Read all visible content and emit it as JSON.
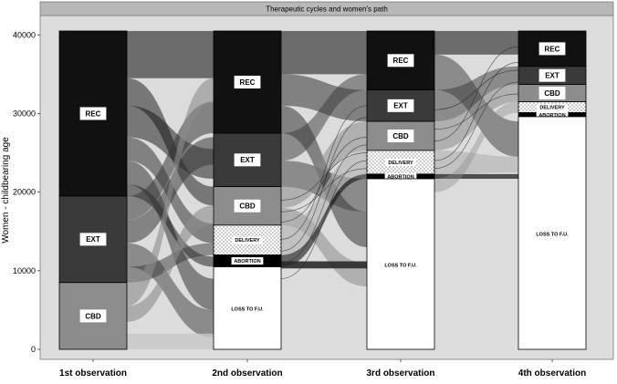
{
  "chart_data": {
    "type": "alluvial",
    "title": "Therapeutic cycles and women's path",
    "ylabel": "Women - childbearing age",
    "ylim": [
      0,
      40500
    ],
    "yticks": [
      0,
      10000,
      20000,
      30000,
      40000
    ],
    "categories": [
      "1st observation",
      "2nd observation",
      "3rd observation",
      "4th observation"
    ],
    "stacks": [
      {
        "observation": "1st observation",
        "segments": [
          {
            "label": "REC",
            "start": 19500,
            "end": 40500,
            "fill": "#111111"
          },
          {
            "label": "EXT",
            "start": 8500,
            "end": 19500,
            "fill": "#3a3a3a"
          },
          {
            "label": "CBD",
            "start": 0,
            "end": 8500,
            "fill": "#8c8c8c"
          }
        ]
      },
      {
        "observation": "2nd observation",
        "segments": [
          {
            "label": "REC",
            "start": 27500,
            "end": 40500,
            "fill": "#111111"
          },
          {
            "label": "EXT",
            "start": 20700,
            "end": 27500,
            "fill": "#3a3a3a"
          },
          {
            "label": "CBD",
            "start": 15800,
            "end": 20700,
            "fill": "#8c8c8c"
          },
          {
            "label": "DELIVERY",
            "start": 12000,
            "end": 15800,
            "fill": "dots"
          },
          {
            "label": "ABORTION",
            "start": 10500,
            "end": 12000,
            "fill": "#000000"
          },
          {
            "label": "LOSS TO F.U.",
            "start": 0,
            "end": 10500,
            "fill": "#ffffff"
          }
        ]
      },
      {
        "observation": "3rd observation",
        "segments": [
          {
            "label": "REC",
            "start": 33000,
            "end": 40500,
            "fill": "#111111"
          },
          {
            "label": "EXT",
            "start": 29000,
            "end": 33000,
            "fill": "#3a3a3a"
          },
          {
            "label": "CBD",
            "start": 25300,
            "end": 29000,
            "fill": "#8c8c8c"
          },
          {
            "label": "DELIVERY",
            "start": 22300,
            "end": 25300,
            "fill": "dots"
          },
          {
            "label": "ABORTION",
            "start": 21700,
            "end": 22300,
            "fill": "#000000"
          },
          {
            "label": "LOSS TO F.U.",
            "start": 0,
            "end": 21700,
            "fill": "#ffffff"
          }
        ]
      },
      {
        "observation": "4th observation",
        "segments": [
          {
            "label": "REC",
            "start": 36000,
            "end": 40500,
            "fill": "#111111"
          },
          {
            "label": "EXT",
            "start": 33700,
            "end": 36000,
            "fill": "#3a3a3a"
          },
          {
            "label": "CBD",
            "start": 31500,
            "end": 33700,
            "fill": "#8c8c8c"
          },
          {
            "label": "DELIVERY",
            "start": 30100,
            "end": 31500,
            "fill": "dots"
          },
          {
            "label": "ABORTION",
            "start": 29600,
            "end": 30100,
            "fill": "#000000"
          },
          {
            "label": "LOSS TO F.U.",
            "start": 0,
            "end": 29600,
            "fill": "#ffffff"
          }
        ]
      }
    ],
    "flows": [
      {
        "from_obs": 0,
        "from_start": 34500,
        "from_end": 40500,
        "to_start": 34500,
        "to_end": 40500,
        "fill": "#111111",
        "opacity": 0.55
      },
      {
        "from_obs": 0,
        "from_start": 31000,
        "from_end": 34500,
        "to_start": 18300,
        "to_end": 20700,
        "fill": "#111111",
        "opacity": 0.5
      },
      {
        "from_obs": 0,
        "from_start": 27000,
        "from_end": 31000,
        "to_start": 21700,
        "to_end": 25500,
        "fill": "#111111",
        "opacity": 0.5
      },
      {
        "from_obs": 0,
        "from_start": 24000,
        "from_end": 27000,
        "to_start": 13500,
        "to_end": 16000,
        "fill": "#111111",
        "opacity": 0.45
      },
      {
        "from_obs": 0,
        "from_start": 21000,
        "from_end": 24000,
        "to_start": 5000,
        "to_end": 9000,
        "fill": "#111111",
        "opacity": 0.45
      },
      {
        "from_obs": 0,
        "from_start": 19500,
        "from_end": 21000,
        "to_start": 10500,
        "to_end": 11800,
        "fill": "#111111",
        "opacity": 0.5
      },
      {
        "from_obs": 0,
        "from_start": 16500,
        "from_end": 19500,
        "to_start": 27500,
        "to_end": 31500,
        "fill": "#3a3a3a",
        "opacity": 0.55
      },
      {
        "from_obs": 0,
        "from_start": 13500,
        "from_end": 16500,
        "to_start": 23500,
        "to_end": 27000,
        "fill": "#3a3a3a",
        "opacity": 0.55
      },
      {
        "from_obs": 0,
        "from_start": 10500,
        "from_end": 13500,
        "to_start": 1500,
        "to_end": 5000,
        "fill": "#3a3a3a",
        "opacity": 0.5
      },
      {
        "from_obs": 0,
        "from_start": 8500,
        "from_end": 10500,
        "to_start": 12000,
        "to_end": 13500,
        "fill": "#3a3a3a",
        "opacity": 0.5
      },
      {
        "from_obs": 0,
        "from_start": 5500,
        "from_end": 8500,
        "to_start": 31500,
        "to_end": 34500,
        "fill": "#8c8c8c",
        "opacity": 0.6
      },
      {
        "from_obs": 0,
        "from_start": 3500,
        "from_end": 5500,
        "to_start": 15800,
        "to_end": 18300,
        "fill": "#8c8c8c",
        "opacity": 0.6
      },
      {
        "from_obs": 0,
        "from_start": 0,
        "from_end": 2000,
        "to_start": 0,
        "to_end": 2000,
        "fill": "#c8c8c8",
        "opacity": 0.8
      },
      {
        "from_obs": 1,
        "from_start": 35000,
        "from_end": 40500,
        "to_start": 35000,
        "to_end": 40500,
        "fill": "#111111",
        "opacity": 0.55
      },
      {
        "from_obs": 1,
        "from_start": 31000,
        "from_end": 35000,
        "to_start": 29000,
        "to_end": 33000,
        "fill": "#111111",
        "opacity": 0.45
      },
      {
        "from_obs": 1,
        "from_start": 27500,
        "from_end": 31000,
        "to_start": 13000,
        "to_end": 17500,
        "fill": "#111111",
        "opacity": 0.45
      },
      {
        "from_obs": 1,
        "from_start": 24000,
        "from_end": 27500,
        "to_start": 33000,
        "to_end": 35000,
        "fill": "#3a3a3a",
        "opacity": 0.5
      },
      {
        "from_obs": 1,
        "from_start": 20700,
        "from_end": 24000,
        "to_start": 17500,
        "to_end": 21700,
        "fill": "#3a3a3a",
        "opacity": 0.5
      },
      {
        "from_obs": 1,
        "from_start": 18000,
        "from_end": 20700,
        "to_start": 25300,
        "to_end": 29000,
        "fill": "#8c8c8c",
        "opacity": 0.55
      },
      {
        "from_obs": 1,
        "from_start": 15800,
        "from_end": 18000,
        "to_start": 8000,
        "to_end": 11000,
        "fill": "#8c8c8c",
        "opacity": 0.55
      },
      {
        "from_obs": 1,
        "from_start": 12000,
        "from_end": 15800,
        "to_start": 22300,
        "to_end": 25300,
        "fill": "#b0b0b0",
        "opacity": 0.6
      },
      {
        "from_obs": 1,
        "from_start": 10500,
        "from_end": 12000,
        "to_start": 21700,
        "to_end": 22300,
        "fill": "#111111",
        "opacity": 0.6
      },
      {
        "from_obs": 1,
        "from_start": 10300,
        "from_end": 11200,
        "to_start": 10300,
        "to_end": 11200,
        "fill": "#2a2a2a",
        "opacity": 0.9
      },
      {
        "from_obs": 2,
        "from_start": 37500,
        "from_end": 40500,
        "to_start": 37500,
        "to_end": 40500,
        "fill": "#111111",
        "opacity": 0.55
      },
      {
        "from_obs": 2,
        "from_start": 33000,
        "from_end": 37500,
        "to_start": 24500,
        "to_end": 29000,
        "fill": "#111111",
        "opacity": 0.4
      },
      {
        "from_obs": 2,
        "from_start": 29000,
        "from_end": 33000,
        "to_start": 33700,
        "to_end": 36000,
        "fill": "#3a3a3a",
        "opacity": 0.5
      },
      {
        "from_obs": 2,
        "from_start": 25300,
        "from_end": 29000,
        "to_start": 31500,
        "to_end": 33700,
        "fill": "#8c8c8c",
        "opacity": 0.55
      },
      {
        "from_obs": 2,
        "from_start": 22300,
        "from_end": 25300,
        "to_start": 22500,
        "to_end": 24500,
        "fill": "#b0b0b0",
        "opacity": 0.6
      },
      {
        "from_obs": 2,
        "from_start": 21700,
        "from_end": 22300,
        "to_start": 21700,
        "to_end": 22300,
        "fill": "#111111",
        "opacity": 0.7
      },
      {
        "from_obs": 2,
        "from_start": 20000,
        "from_end": 21700,
        "to_start": 30100,
        "to_end": 31500,
        "fill": "#8c8c8c",
        "opacity": 0.4
      }
    ],
    "thin_lines": [
      {
        "from_obs": 1,
        "from": 19000,
        "to": 25000
      },
      {
        "from_obs": 1,
        "from": 17500,
        "to": 23000
      },
      {
        "from_obs": 1,
        "from": 16200,
        "to": 27000
      },
      {
        "from_obs": 1,
        "from": 14000,
        "to": 31000
      },
      {
        "from_obs": 1,
        "from": 12500,
        "to": 29500
      },
      {
        "from_obs": 1,
        "from": 11000,
        "to": 26000
      },
      {
        "from_obs": 1,
        "from": 9000,
        "to": 24000
      },
      {
        "from_obs": 2,
        "from": 24000,
        "to": 36500
      },
      {
        "from_obs": 2,
        "from": 23000,
        "to": 34000
      },
      {
        "from_obs": 2,
        "from": 26500,
        "to": 38500
      },
      {
        "from_obs": 2,
        "from": 28000,
        "to": 32500
      },
      {
        "from_obs": 2,
        "from": 30500,
        "to": 35500
      }
    ],
    "grid": false,
    "legend": "none",
    "colors": {
      "panel_background": "#dcdcdc",
      "strip_background": "#b8b8b8",
      "stratum_border": "#000000",
      "label_box": "#ffffff"
    }
  }
}
